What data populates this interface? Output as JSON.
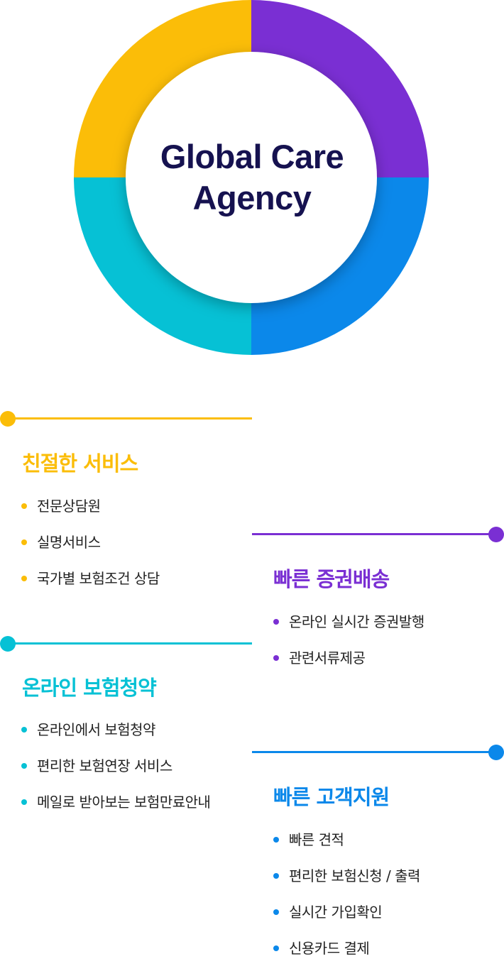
{
  "center": {
    "line1": "Global Care",
    "line2": "Agency"
  },
  "colors": {
    "yellow": "#FBBD08",
    "purple": "#7A2FD3",
    "blue": "#0B88EA",
    "cyan": "#06C1D5",
    "title_dark": "#161250"
  },
  "sections": [
    {
      "title": "친절한 서비스",
      "items": [
        "전문상담원",
        "실명서비스",
        "국가별 보험조건 상담"
      ]
    },
    {
      "title": "빠른 증권배송",
      "items": [
        "온라인 실시간 증권발행",
        "관련서류제공"
      ]
    },
    {
      "title": "온라인 보험청약",
      "items": [
        "온라인에서 보험청약",
        "편리한 보험연장 서비스",
        "메일로 받아보는 보험만료안내"
      ]
    },
    {
      "title": "빠른 고객지원",
      "items": [
        "빠른 견적",
        "편리한 보험신청 / 출력",
        "실시간 가입확인",
        "신용카드 결제"
      ]
    }
  ]
}
